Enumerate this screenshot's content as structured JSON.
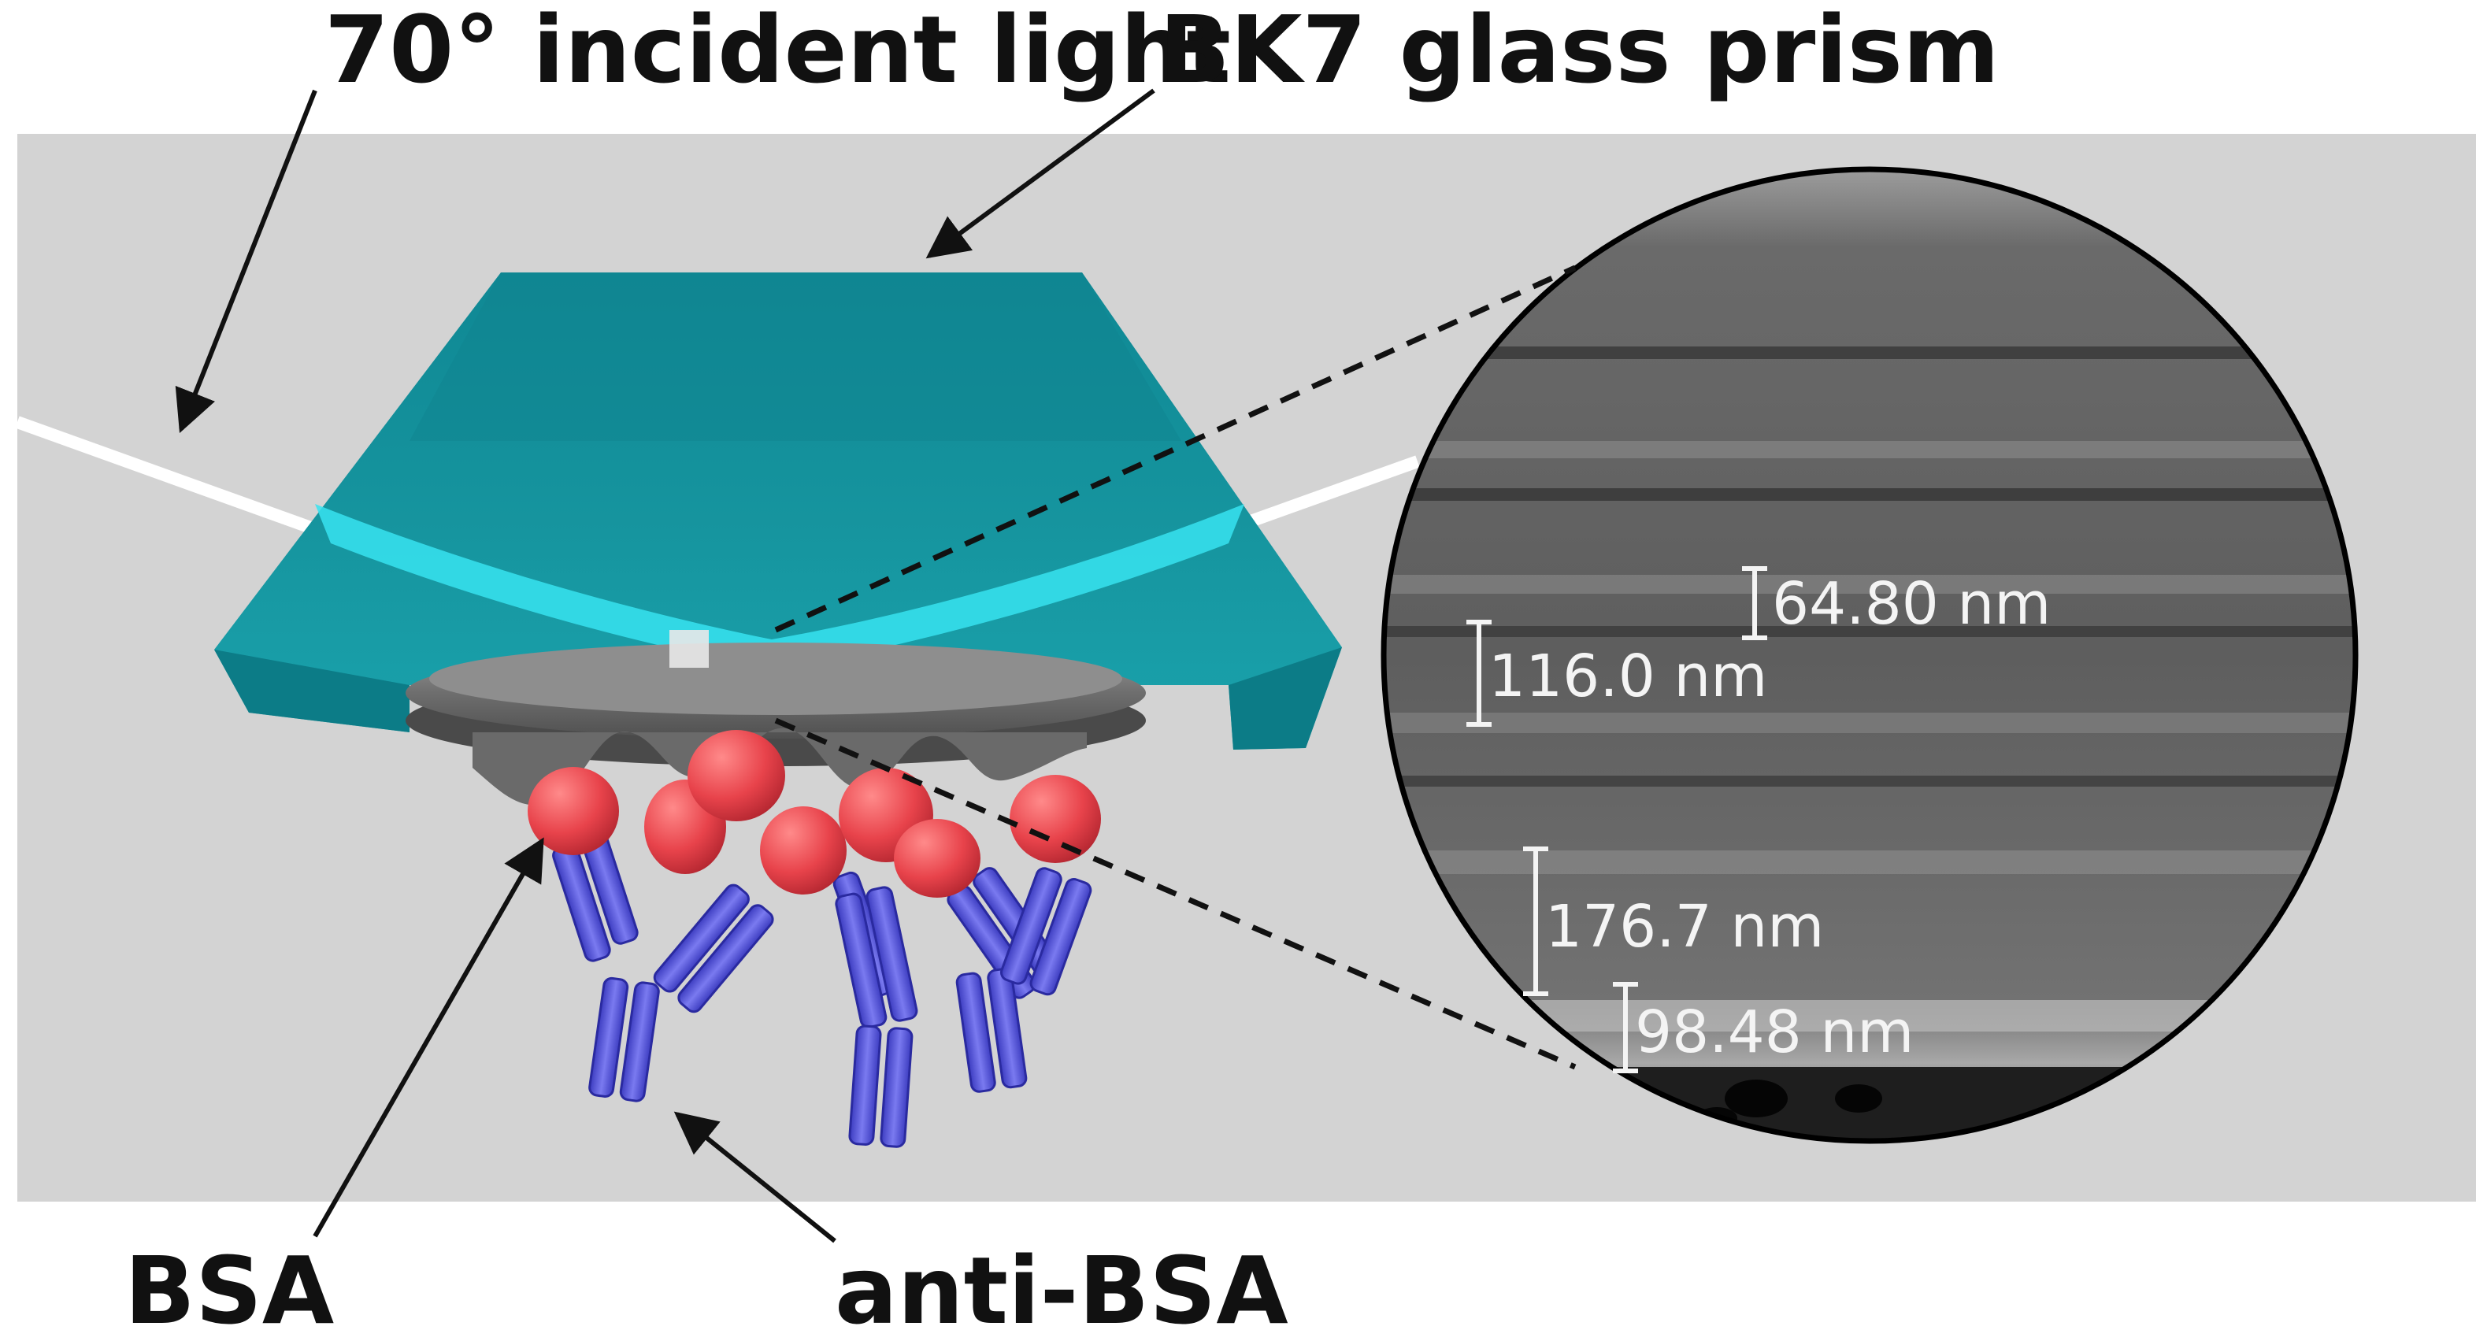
{
  "labels": {
    "incident_light": "70° incident light",
    "prism": "BK7 glass prism",
    "bsa": "BSA",
    "anti_bsa": "anti-BSA"
  },
  "measurements": {
    "m1": "64.80 nm",
    "m2": "116.0 nm",
    "m3": "176.7 nm",
    "m4": "98.48 nm"
  },
  "colors": {
    "background_band": "#d3d3d3",
    "prism": "#138a94",
    "prism_highlight": "#37e3f0",
    "disk": "#7a7a7a",
    "bsa": "#e8434b",
    "antibody": "#5454d6",
    "sem": "#6a6a6a"
  },
  "icons": {
    "bsa_molecule": "red-sphere",
    "antibody": "y-shaped-antibody"
  }
}
